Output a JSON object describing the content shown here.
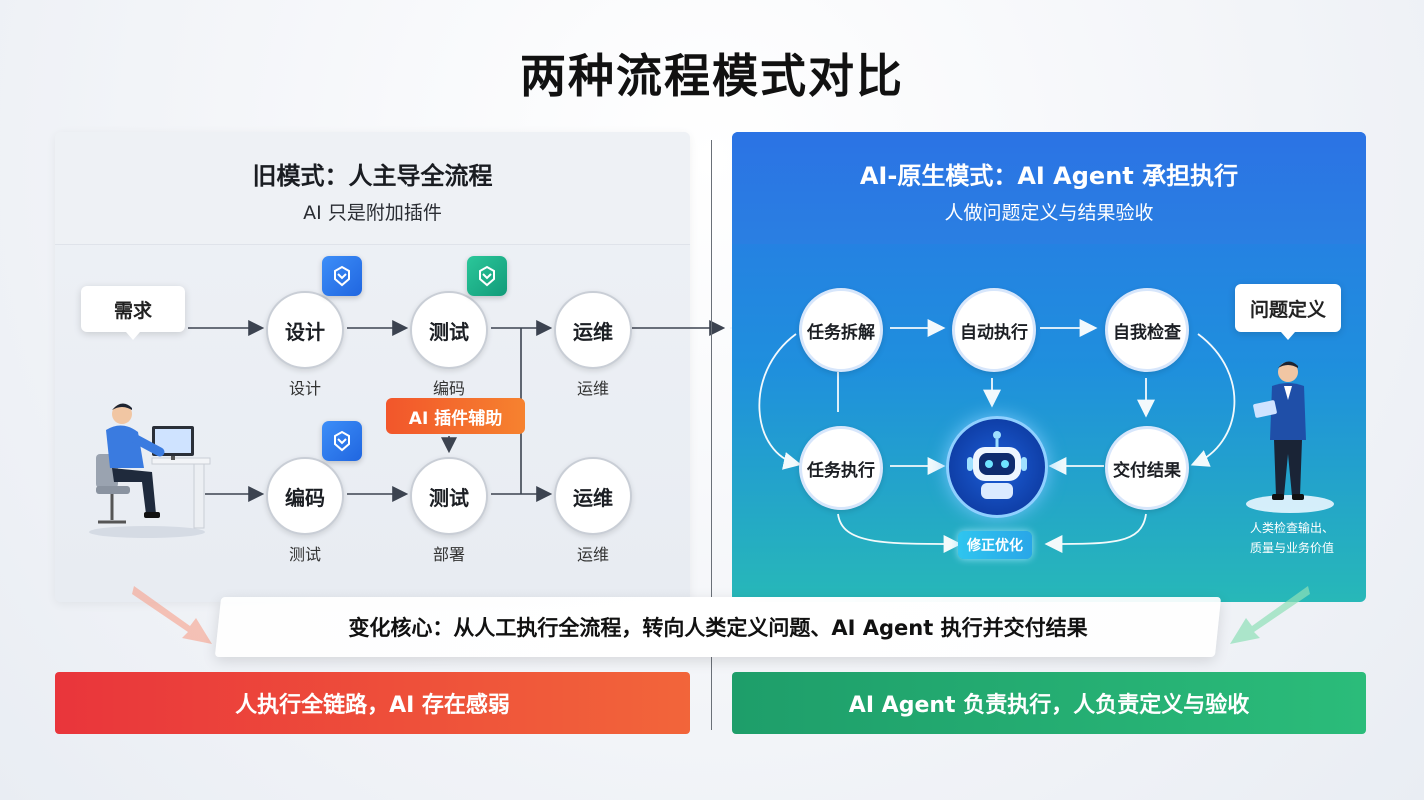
{
  "title": "两种流程模式对比",
  "left_panel": {
    "title": "旧模式：人主导全流程",
    "subtitle": "AI 只是附加插件",
    "requirement_bubble": "需求",
    "row1": [
      {
        "label": "设计",
        "caption": "设计"
      },
      {
        "label": "测试",
        "caption": "编码"
      },
      {
        "label": "运维",
        "caption": "运维"
      }
    ],
    "row2": [
      {
        "label": "编码",
        "caption": "测试"
      },
      {
        "label": "测试",
        "caption": "部署"
      },
      {
        "label": "运维",
        "caption": "运维"
      }
    ],
    "plugin_assist": "AI 插件辅助",
    "bottom": "人执行全链路，AI 存在感弱"
  },
  "right_panel": {
    "title": "AI-原生模式：AI Agent 承担执行",
    "subtitle": "人做问题定义与结果验收",
    "nodes": {
      "decompose": "任务拆解",
      "auto_exec": "自动执行",
      "self_check": "自我检查",
      "task_exec": "任务执行",
      "deliver": "交付结果"
    },
    "fix_optimize": "修正优化",
    "problem_bubble": "问题定义",
    "person_note": [
      "人类检查输出、",
      "质量与业务价值"
    ],
    "bottom": "AI Agent 负责执行，人负责定义与验收"
  },
  "banner": "变化核心：从人工执行全流程，转向人类定义问题、AI Agent 执行并交付结果",
  "colors": {
    "left_bottom": "#e9353b",
    "right_bottom": "#22ad72",
    "plugin_blue": "#2d7ef0",
    "plugin_green": "#1fb58a",
    "assist_orange": "#f26a2b",
    "right_panel_blue": "#2a76e6"
  }
}
